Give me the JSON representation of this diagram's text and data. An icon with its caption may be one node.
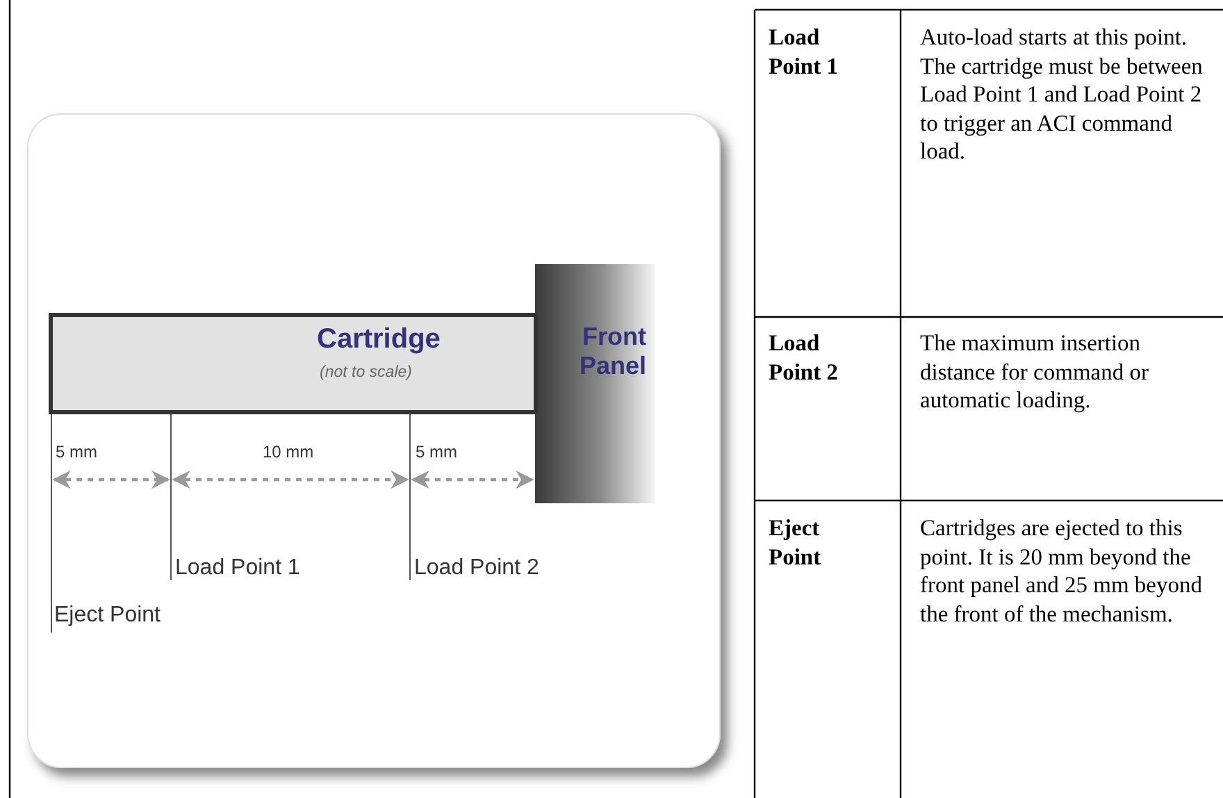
{
  "diagram": {
    "nodes": [
      {
        "text": [
          "Cartridge",
          "(not to scale)"
        ]
      },
      {
        "text": [
          "Front Panel"
        ]
      }
    ],
    "labels": [
      "5 mm",
      "10 mm",
      "5 mm",
      "Load Point 1",
      "Load Point 2",
      "Eject Point",
      "Load Point 1",
      "Auto-load starts at this point. The cartridge must be between Load Point 1 and Load Point 2 to trigger an ACI command load.",
      "Load Point 2",
      "The maximum insertion distance for command or automatic loading.",
      "Eject Point",
      "Cartridges are ejected to this point. It is 20 mm beyond the front panel and 25 mm beyond the front of the mechanism."
    ]
  }
}
